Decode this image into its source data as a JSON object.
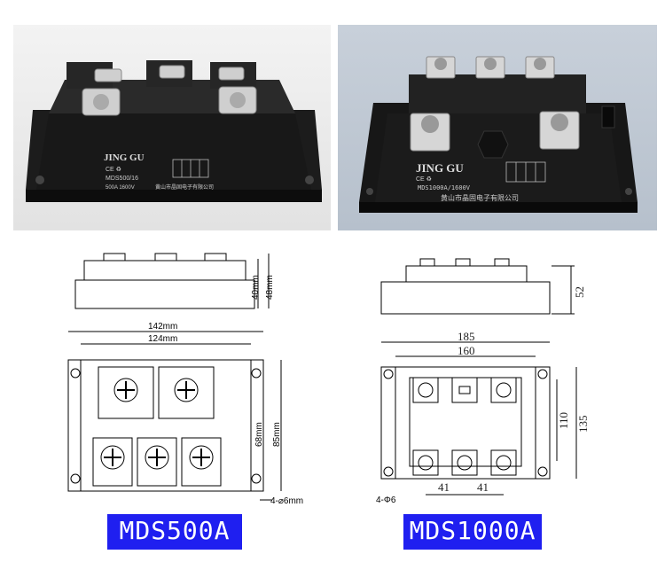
{
  "photo_a": {
    "brand": "JING GU",
    "marks": "CE ♻",
    "model": "MDS500/16",
    "rating": "500A 1600V",
    "company": "黄山市晶固电子有限公司"
  },
  "photo_b": {
    "brand": "JING GU",
    "marks": "CE ♻",
    "model": "MDS1000A/1600V",
    "company": "黄山市晶固电子有限公司"
  },
  "drawing_a": {
    "height_40": "40mm",
    "height_48": "48mm",
    "width_142": "142mm",
    "width_124": "124mm",
    "height_68": "68mm",
    "height_85": "85mm",
    "holes": "4-⌀6mm"
  },
  "drawing_b": {
    "height_52": "52",
    "width_185": "185",
    "width_160": "160",
    "height_110": "110",
    "height_135": "135",
    "holes": "4-Φ6",
    "spacing_1": "41",
    "spacing_2": "41"
  },
  "labels": {
    "model_a": "MDS500A",
    "model_b": "MDS1000A"
  }
}
